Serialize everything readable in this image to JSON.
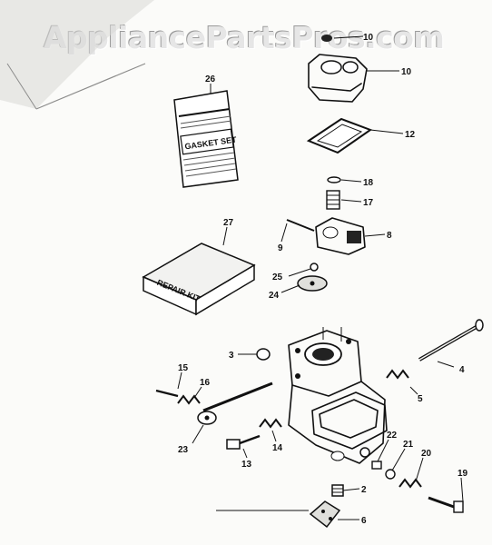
{
  "watermark": "AppliancePartsPros.com",
  "package_label": {
    "title": "GASKET SET"
  },
  "repair_kit": {
    "label": "REPAIR KIT"
  },
  "callouts": {
    "c10_top": "10",
    "c12": "12",
    "c26": "26",
    "c18": "18",
    "c17": "17",
    "c27": "27",
    "c9": "9",
    "c8": "8",
    "c25": "25",
    "c24": "24",
    "c3": "3",
    "c4": "4",
    "c5": "5",
    "c15": "15",
    "c16": "16",
    "c14": "14",
    "c23": "23",
    "c13": "13",
    "c22": "22",
    "c21": "21",
    "c20": "20",
    "c19": "19",
    "c2": "2",
    "c6": "6"
  }
}
